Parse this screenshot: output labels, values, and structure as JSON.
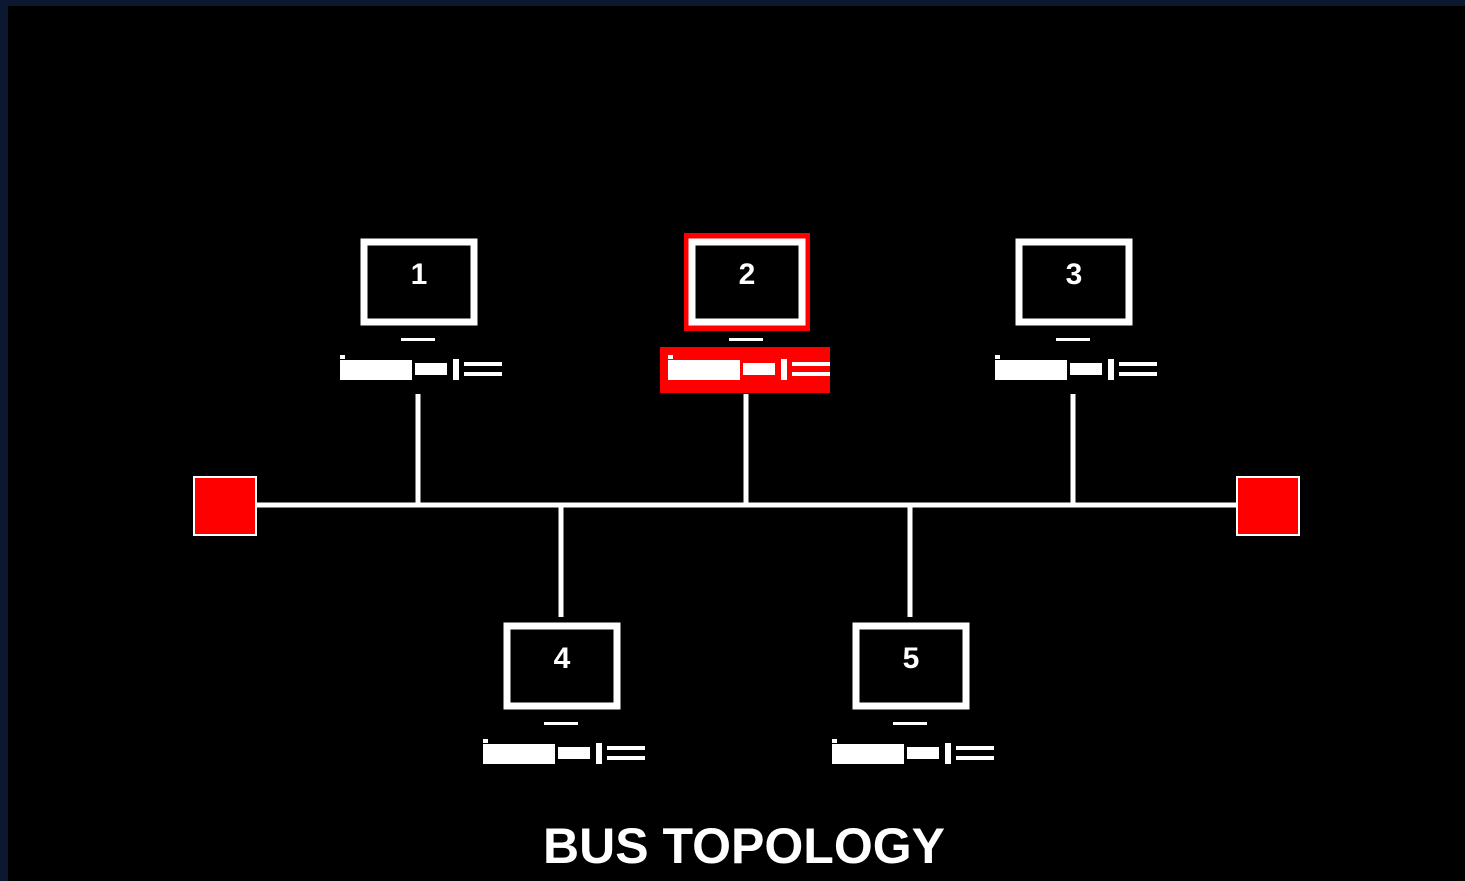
{
  "title": "BUS TOPOLOGY",
  "colors": {
    "background": "#000000",
    "line": "#ffffff",
    "highlight": "#ff0000",
    "terminator": "#ff0000"
  },
  "terminators": [
    "left-terminator",
    "right-terminator"
  ],
  "nodes": [
    {
      "label": "1",
      "highlighted": false
    },
    {
      "label": "2",
      "highlighted": true
    },
    {
      "label": "3",
      "highlighted": false
    },
    {
      "label": "4",
      "highlighted": false
    },
    {
      "label": "5",
      "highlighted": false
    }
  ]
}
